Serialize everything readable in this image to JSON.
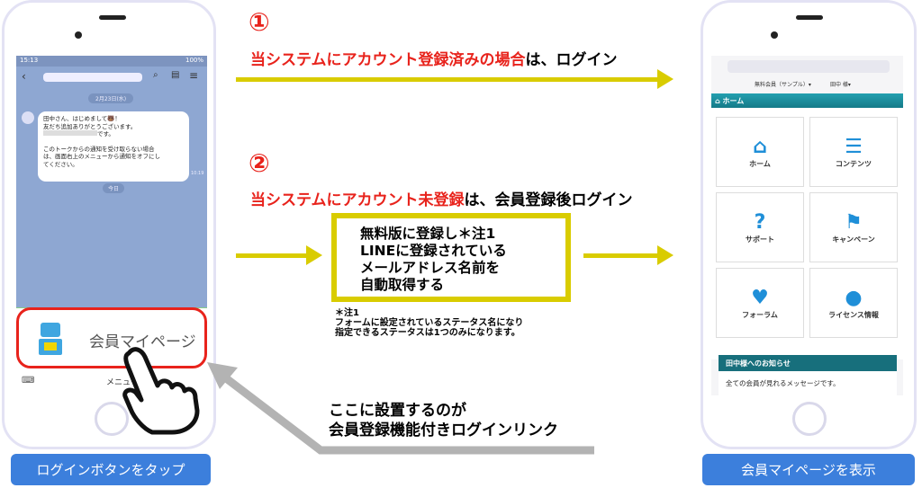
{
  "left_phone": {
    "status_time": "15:13",
    "status_battery": "100%",
    "date_chip": "2月23日(水)",
    "message_lines": [
      "田中さん、はじめまして🐻！",
      "友だち追加ありがとうございます。",
      "です。",
      "",
      "このトークからの通知を受け取らない場合",
      "は、画面右上のメニューから通知をオフにし",
      "てください。"
    ],
    "message_time": "10:19",
    "today_chip": "今日",
    "rich_menu_label": "会員マイページ",
    "menu_label": "メニュー"
  },
  "left_caption": "ログインボタンをタップ",
  "step1": {
    "number": "①",
    "red_text": "当システムにアカウント登録済みの場合",
    "black_text": "は、ログイン"
  },
  "step2": {
    "number": "②",
    "red_text": "当システムにアカウント未登録",
    "black_text": "は、会員登録後ログイン"
  },
  "box_lines": [
    "無料版に登録し＊注1",
    "LINEに登録されている",
    "メールアドレス名前を",
    "自動取得する"
  ],
  "note": {
    "title": "＊注1",
    "lines": [
      "フォームに設定されているステータス名になり",
      "指定できるステータスは1つのみになります。"
    ]
  },
  "placement_text": [
    "ここに設置するのが",
    "会員登録機能付きログインリンク"
  ],
  "right_phone": {
    "plan_dropdown": "無料会員（サンプル）▾",
    "user_dropdown": "田中 様▾",
    "header": "ホーム",
    "tiles": [
      {
        "label": "ホーム",
        "icon": "home-icon",
        "glyph": "⌂"
      },
      {
        "label": "コンテンツ",
        "icon": "list-icon",
        "glyph": "☰"
      },
      {
        "label": "サポート",
        "icon": "question-icon",
        "glyph": "?"
      },
      {
        "label": "キャンペーン",
        "icon": "flag-icon",
        "glyph": "⚑"
      },
      {
        "label": "フォーラム",
        "icon": "heart-icon",
        "glyph": "♥"
      },
      {
        "label": "ライセンス情報",
        "icon": "user-icon",
        "glyph": "●"
      }
    ],
    "notice_title": "田中様へのお知らせ",
    "notice_text": "全ての会員が見れるメッセージです。"
  },
  "right_caption": "会員マイページを表示",
  "colors": {
    "accent_red": "#e8231c",
    "arrow_yellow": "#d9cc00",
    "teal": "#1a8a99",
    "blue": "#3c7fdc"
  }
}
